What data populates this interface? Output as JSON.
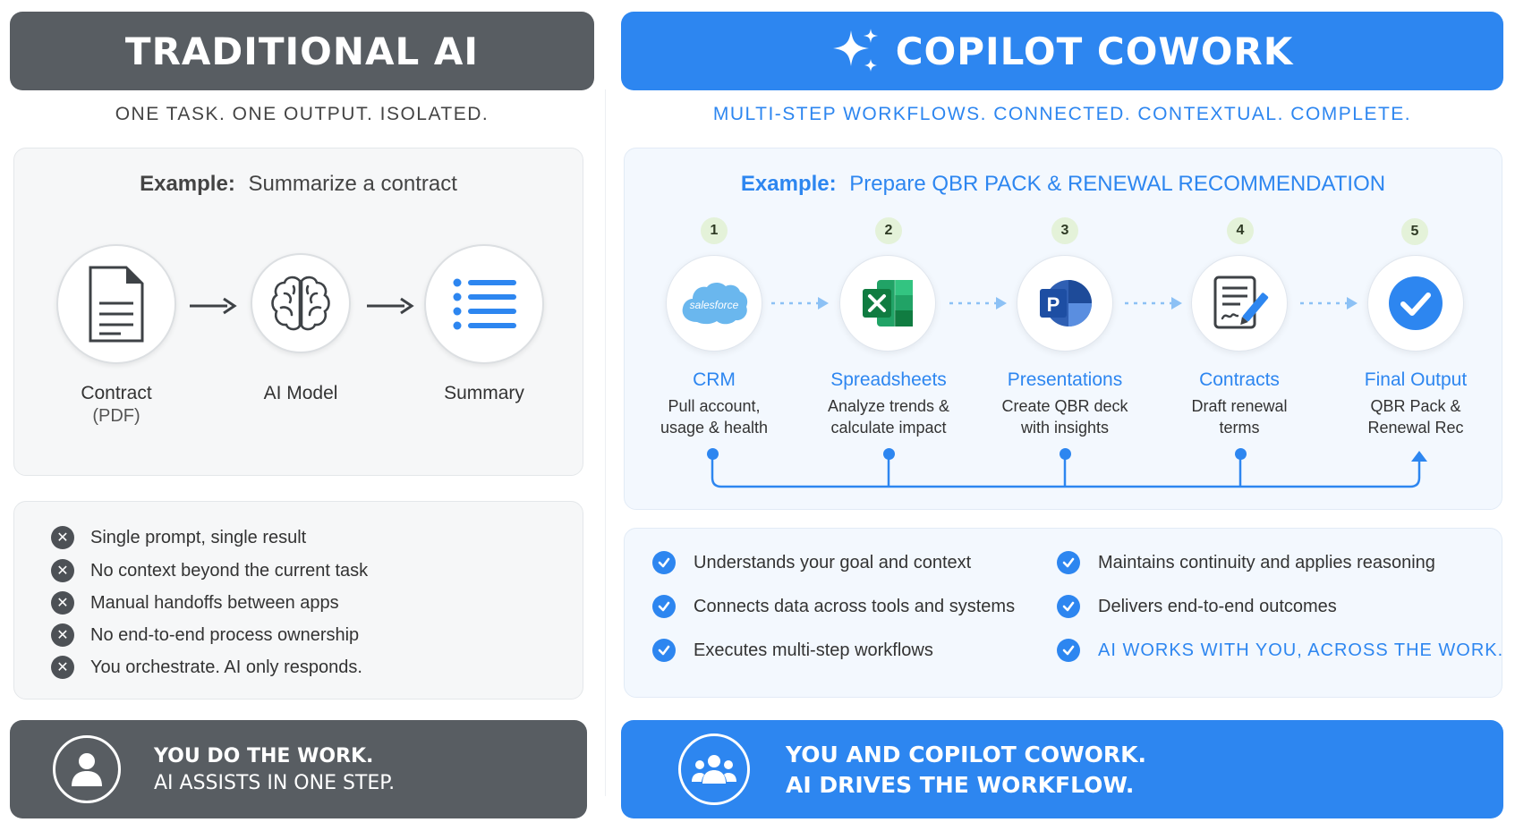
{
  "left": {
    "header": "TRADITIONAL AI",
    "subtitle": "ONE TASK. ONE OUTPUT. ISOLATED.",
    "example_label": "Example:",
    "example_text": "Summarize a contract",
    "flow": [
      {
        "icon": "document-icon",
        "label": "Contract",
        "sublabel": "(PDF)"
      },
      {
        "icon": "brain-icon",
        "label": "AI Model",
        "sublabel": ""
      },
      {
        "icon": "list-icon",
        "label": "Summary",
        "sublabel": ""
      }
    ],
    "limitations": [
      "Single prompt, single result",
      "No context beyond the current task",
      "Manual handoffs between apps",
      "No end-to-end process ownership",
      "You orchestrate. AI only responds."
    ],
    "footer": {
      "line1": "YOU DO THE WORK.",
      "line2": "AI ASSISTS IN ONE STEP."
    }
  },
  "right": {
    "header": "COPILOT COWORK",
    "subtitle": "MULTI-STEP WORKFLOWS. CONNECTED. CONTEXTUAL. COMPLETE.",
    "example_label": "Example:",
    "example_text": "Prepare QBR PACK & RENEWAL RECOMMENDATION",
    "salesforce_logo": "salesforce",
    "steps": [
      {
        "num": "1",
        "icon": "salesforce-icon",
        "title": "CRM",
        "desc1": "Pull account,",
        "desc2": "usage & health"
      },
      {
        "num": "2",
        "icon": "excel-icon",
        "title": "Spreadsheets",
        "desc1": "Analyze trends &",
        "desc2": "calculate impact"
      },
      {
        "num": "3",
        "icon": "powerpoint-icon",
        "title": "Presentations",
        "desc1": "Create QBR deck",
        "desc2": "with insights"
      },
      {
        "num": "4",
        "icon": "contract-pen-icon",
        "title": "Contracts",
        "desc1": "Draft renewal",
        "desc2": "terms"
      },
      {
        "num": "5",
        "icon": "checkmark-icon",
        "title": "Final Output",
        "desc1": "QBR Pack &",
        "desc2": "Renewal Rec"
      }
    ],
    "benefits_col1": [
      "Understands your goal and context",
      "Connects data across tools and systems",
      "Executes multi-step workflows"
    ],
    "benefits_col2": [
      "Maintains continuity and applies reasoning",
      "Delivers end-to-end outcomes",
      "AI WORKS WITH YOU, ACROSS THE WORK."
    ],
    "footer": {
      "line1": "YOU AND COPILOT COWORK.",
      "line2": "AI DRIVES THE WORKFLOW."
    }
  },
  "colors": {
    "accent": "#2d86f0",
    "dark": "#585d62",
    "step_badge": "#e4f2d9"
  }
}
